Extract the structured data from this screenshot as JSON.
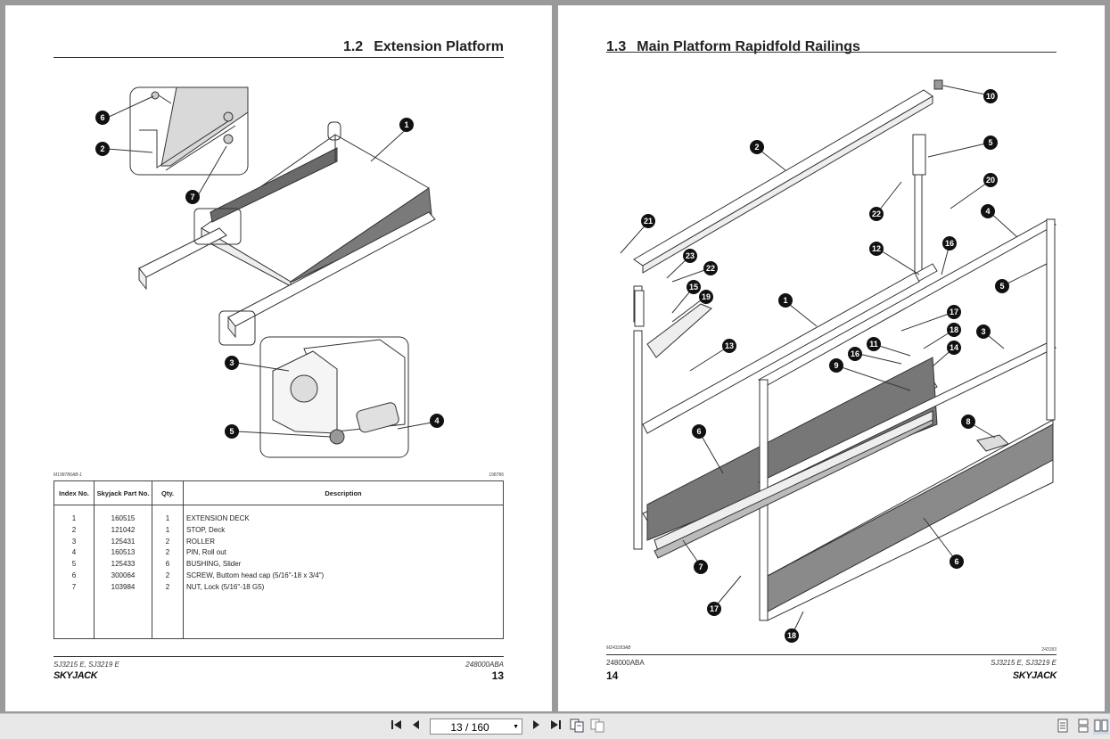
{
  "viewer": {
    "page_display": "13 / 160"
  },
  "left_page": {
    "section_number": "1.2",
    "section_title": "Extension Platform",
    "figure_code_left": "M198786AB-1",
    "figure_code_right": "198786",
    "callouts": [
      "1",
      "2",
      "3",
      "4",
      "5",
      "6",
      "7"
    ],
    "table": {
      "headers": {
        "index": "Index No.",
        "part": "Skyjack Part No.",
        "qty": "Qty.",
        "desc": "Description"
      },
      "rows": [
        {
          "index": "1",
          "part": "160515",
          "qty": "1",
          "desc": "EXTENSION DECK"
        },
        {
          "index": "2",
          "part": "121042",
          "qty": "1",
          "desc": "STOP, Deck"
        },
        {
          "index": "3",
          "part": "125431",
          "qty": "2",
          "desc": "ROLLER"
        },
        {
          "index": "4",
          "part": "160513",
          "qty": "2",
          "desc": "PIN, Roll out"
        },
        {
          "index": "5",
          "part": "125433",
          "qty": "6",
          "desc": "BUSHING, Slider"
        },
        {
          "index": "6",
          "part": "300064",
          "qty": "2",
          "desc": "SCREW, Buttom head cap (5/16\"-18 x 3/4\")"
        },
        {
          "index": "7",
          "part": "103984",
          "qty": "2",
          "desc": "NUT, Lock (5/16\"-18 G5)"
        }
      ]
    },
    "footer_model": "SJ3215 E, SJ3219 E",
    "footer_doc": "248000ABA",
    "page_number": "13",
    "logo": "SKYJACK"
  },
  "right_page": {
    "section_number": "1.3",
    "section_title": "Main Platform Rapidfold Railings",
    "figure_code_left": "M243183AB",
    "figure_code_right": "243183",
    "callouts": [
      "10",
      "5",
      "2",
      "20",
      "22",
      "4",
      "21",
      "12",
      "16",
      "23",
      "22",
      "5",
      "15",
      "19",
      "1",
      "17",
      "13",
      "18",
      "3",
      "11",
      "16",
      "14",
      "9",
      "8",
      "6",
      "7",
      "6",
      "17",
      "18"
    ],
    "footer_doc": "248000ABA",
    "footer_model": "SJ3215 E, SJ3219 E",
    "page_number": "14",
    "logo": "SKYJACK"
  },
  "colors": {
    "background": "#9a9a9a",
    "page": "#ffffff",
    "toolbar": "#e8e8e8",
    "callout": "#111111"
  }
}
